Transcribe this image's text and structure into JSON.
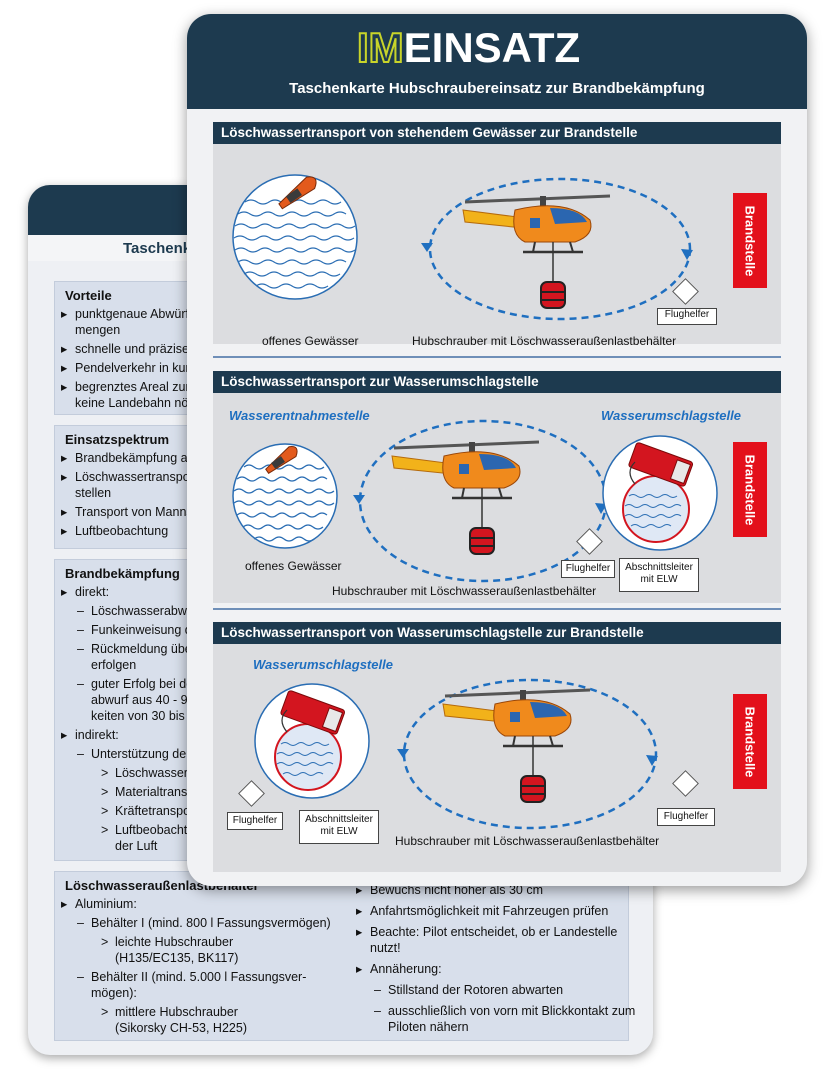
{
  "front": {
    "logo_im": "IM",
    "logo_einsatz": "EINSATZ",
    "subtitle": "Taschenkarte Hubschraubereinsatz zur Brandbekämpfung",
    "sections": [
      {
        "title": "Löschwassertransport von stehendem Gewässer zur Brandstelle",
        "water_caption": "offenes Gewässer",
        "heli_caption": "Hubschrauber mit Löschwasseraußenlastbehälter",
        "flughelfer": "Flughelfer",
        "brandstelle": "Brandstelle"
      },
      {
        "title": "Löschwassertransport zur Wasserumschlagstelle",
        "entnahme_label": "Wasserentnahmestelle",
        "umschlag_label": "Wasserumschlagstelle",
        "water_caption": "offenes Gewässer",
        "heli_caption": "Hubschrauber mit Löschwasseraußenlastbehälter",
        "flughelfer": "Flughelfer",
        "abschnitt_1": "Abschnittsleiter",
        "abschnitt_2": "mit ELW",
        "brandstelle": "Brandstelle"
      },
      {
        "title": "Löschwassertransport von Wasserumschlagstelle zur Brandstelle",
        "umschlag_label": "Wasserumschlagstelle",
        "heli_caption": "Hubschrauber mit Löschwasseraußenlastbehälter",
        "flughelfer_left": "Flughelfer",
        "abschnitt_1": "Abschnittsleiter",
        "abschnitt_2": "mit ELW",
        "flughelfer_right": "Flughelfer",
        "brandstelle": "Brandstelle"
      }
    ]
  },
  "back": {
    "header_partial": "Taschenk",
    "vorteile": {
      "title": "Vorteile",
      "items": [
        "punktgenaue Abwürfe",
        "mengen",
        "schnelle und präzise F",
        "Pendelverkehr in kurz",
        "begrenztes Areal zur L",
        "keine Landebahn nötig"
      ]
    },
    "spektrum": {
      "title": "Einsatzspektrum",
      "items": [
        "Brandbekämpfung aus",
        "Löschwassertranspor",
        "stellen",
        "Transport von Mannsc",
        "Luftbeobachtung"
      ]
    },
    "brand": {
      "title": "Brandbekämpfung",
      "direkt": "direkt:",
      "d_items": [
        "Löschwasserabwur",
        "Funkeinweisung du",
        "Rückmeldung über",
        "erfolgen",
        "guter Erfolg bei der",
        "abwurf aus 40 - 90",
        "keiten von 30 bis 50"
      ],
      "indirekt": "indirekt:",
      "i_item": "Unterstützung der I",
      "i_sub": [
        "Löschwassertra",
        "Materialtranspo",
        "Kräftetransport",
        "Luftbeobachter",
        "der Luft"
      ]
    },
    "behaelter": {
      "title": "Löschwasseraußenlastbehälter",
      "items": [
        "Aluminium:",
        "Behälter I (mind. 800 l Fassungsvermögen)",
        "leichte Hubschrauber",
        "(H135/EC135, BK117)",
        "Behälter II (mind. 5.000 l Fassungsver-",
        "mögen):",
        "mittlere Hubschrauber",
        "(Sikorsky CH-53, H225)"
      ]
    },
    "landung": {
      "items": [
        "Bewuchs nicht höher als 30 cm",
        "Anfahrtsmöglichkeit mit Fahrzeugen prüfen",
        "Beachte: Pilot entscheidet, ob er Landestelle",
        "nutzt!",
        "Annäherung:",
        "Stillstand der Rotoren abwarten",
        "ausschließlich von vorn mit Blickkontakt zum",
        "Piloten nähern"
      ]
    }
  }
}
